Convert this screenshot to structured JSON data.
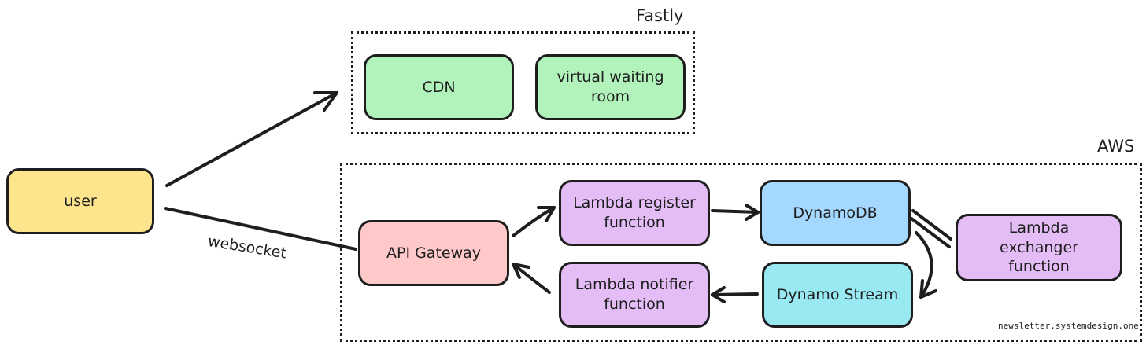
{
  "colors": {
    "user": "#fde58e",
    "cdn": "#b2f2bb",
    "waiting_room": "#b2f2bb",
    "api_gateway": "#ffc9c9",
    "lambda": "#e4bdf6",
    "dynamodb": "#a5d8ff",
    "dynamo_stream": "#99e9f2",
    "stroke": "#1e1e1e"
  },
  "groups": {
    "fastly": {
      "label": "Fastly"
    },
    "aws": {
      "label": "AWS"
    }
  },
  "nodes": {
    "user": {
      "label": "user"
    },
    "cdn": {
      "label": "CDN"
    },
    "waiting_room": {
      "label": "virtual waiting room"
    },
    "api_gateway": {
      "label": "API Gateway"
    },
    "lambda_register": {
      "label": "Lambda register function"
    },
    "dynamodb": {
      "label": "DynamoDB"
    },
    "lambda_exchanger": {
      "label": "Lambda exchanger function"
    },
    "dynamo_stream": {
      "label": "Dynamo Stream"
    },
    "lambda_notifier": {
      "label": "Lambda notifier function"
    }
  },
  "edges": {
    "websocket": {
      "label": "websocket"
    }
  },
  "watermark": "newsletter.systemdesign.one"
}
